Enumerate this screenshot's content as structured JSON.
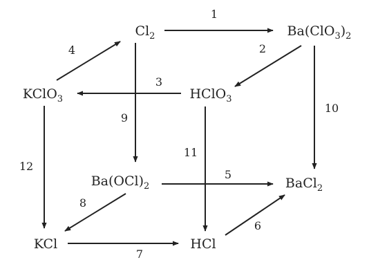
{
  "nodes": {
    "cl2": {
      "base": "Cl",
      "sub": "2"
    },
    "ba_clo3_2": {
      "pre": "Ba(ClO",
      "sub": "3",
      "post": ")",
      "sub2": "2"
    },
    "kclo3": {
      "base": "KClO",
      "sub": "3"
    },
    "hclo3": {
      "base": "HClO",
      "sub": "3"
    },
    "ba_ocl_2": {
      "base": "Ba(OCl)",
      "sub": "2"
    },
    "bacl2": {
      "base": "BaCl",
      "sub": "2"
    },
    "kcl": {
      "base": "KCl"
    },
    "hcl": {
      "base": "HCl"
    }
  },
  "edges": [
    {
      "id": "1",
      "from": "Cl2",
      "to": "Ba(ClO3)2",
      "label": "1"
    },
    {
      "id": "2",
      "from": "Ba(ClO3)2",
      "to": "HClO3",
      "label": "2"
    },
    {
      "id": "3",
      "from": "HClO3",
      "to": "KClO3",
      "label": "3"
    },
    {
      "id": "4",
      "from": "KClO3",
      "to": "Cl2",
      "label": "4"
    },
    {
      "id": "5",
      "from": "Ba(OCl)2",
      "to": "BaCl2",
      "label": "5"
    },
    {
      "id": "6",
      "from": "HCl",
      "to": "BaCl2",
      "label": "6"
    },
    {
      "id": "7",
      "from": "KCl",
      "to": "HCl",
      "label": "7"
    },
    {
      "id": "8",
      "from": "Ba(OCl)2",
      "to": "KCl",
      "label": "8"
    },
    {
      "id": "9",
      "from": "Cl2",
      "to": "Ba(OCl)2",
      "label": "9"
    },
    {
      "id": "10",
      "from": "Ba(ClO3)2",
      "to": "BaCl2",
      "label": "10"
    },
    {
      "id": "11",
      "from": "HClO3",
      "to": "HCl",
      "label": "11"
    },
    {
      "id": "12",
      "from": "KClO3",
      "to": "KCl",
      "label": "12"
    }
  ],
  "colors": {
    "ink": "#222222",
    "background": "#ffffff"
  }
}
